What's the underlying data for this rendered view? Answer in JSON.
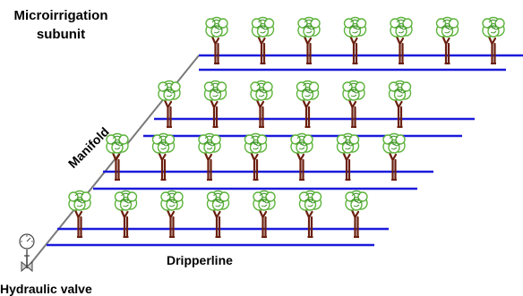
{
  "labels": {
    "title_line1": "Microirrigation",
    "title_line2": "subunit",
    "manifold": "Manifold",
    "dripperline": "Dripperline",
    "valve": "Hydraulic valve"
  },
  "colors": {
    "dripperline": "#1a1adb",
    "manifold": "#7a7a7a",
    "foliage": "#5db33c",
    "foliage_dark": "#2f7a22",
    "trunk": "#6b1f0e"
  },
  "icons": [
    "tree-icon",
    "pressure-gauge-icon",
    "hydraulic-valve-icon"
  ],
  "subunit": {
    "rows": 4,
    "trees_per_row": [
      7,
      6,
      7,
      7
    ],
    "dripperlines_per_row": 2
  }
}
